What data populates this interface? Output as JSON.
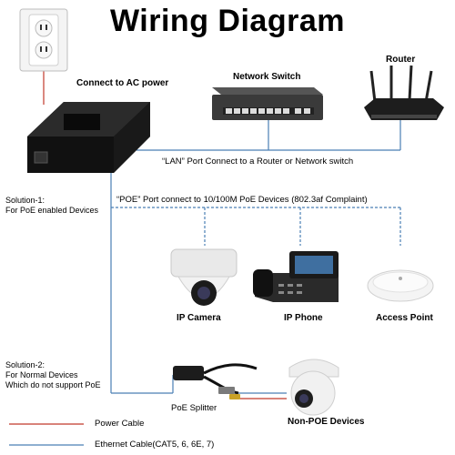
{
  "title": "Wiring Diagram",
  "labels": {
    "ac_power": "Connect to AC power",
    "network_switch": "Network Switch",
    "router": "Router",
    "lan_port": "“LAN” Port Connect to a Router or Network switch",
    "poe_port": "“POE” Port connect to 10/100M PoE Devices (802.3af Complaint)",
    "solution1_line1": "Solution-1:",
    "solution1_line2": "For PoE enabled Devices",
    "ip_camera": "IP Camera",
    "ip_phone": "IP Phone",
    "access_point": "Access Point",
    "solution2_line1": "Solution-2:",
    "solution2_line2": "For Normal Devices",
    "solution2_line3": "Which do not support PoE",
    "poe_splitter": "PoE Splitter",
    "non_poe_devices": "Non-POE Devices"
  },
  "legend": [
    {
      "label": "Power Cable",
      "color": "#c0392b"
    },
    {
      "label": "Ethernet Cable(CAT5, 6, 6E, 7)",
      "color": "#4a7fb5"
    }
  ],
  "colors": {
    "power": "#c0392b",
    "ethernet": "#4a7fb5"
  }
}
